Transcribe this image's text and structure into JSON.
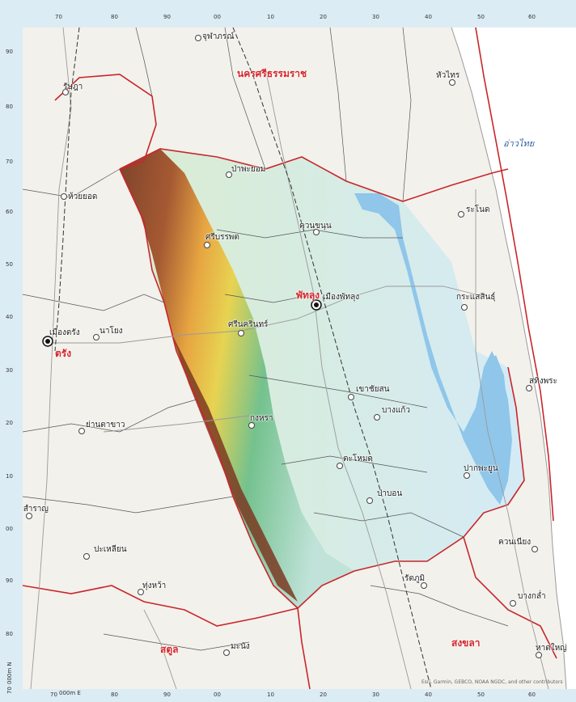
{
  "grid": {
    "top_ticks": [
      "70",
      "80",
      "90",
      "00",
      "10",
      "20",
      "30",
      "40",
      "50",
      "60"
    ],
    "bottom_ticks": [
      "80",
      "90",
      "00",
      "10",
      "20",
      "30",
      "40",
      "50",
      "60"
    ],
    "bottom_first": "70",
    "bottom_first_unit": "000m E",
    "left_ticks": [
      "90",
      "80",
      "70",
      "60",
      "50",
      "40",
      "30",
      "20",
      "10",
      "00",
      "90",
      "80"
    ],
    "left_corner_value": "70",
    "left_corner_unit": "000m N"
  },
  "sea_label": "อ่าวไทย",
  "provinces": {
    "nakhon_si_thammarat": "นครศรีธรรมราช",
    "phatthalung": "พัทลุง",
    "trang": "ตรัง",
    "satun": "สตูล",
    "songkhla": "สงขลา"
  },
  "places": {
    "chulabhorn": "จุฬาภรณ์",
    "hua_sai": "หัวไทร",
    "ratsada": "รัษฎา",
    "pa_phayom": "ป่าพะยอม",
    "huai_yot": "ห้วยยอด",
    "ranot": "ระโนด",
    "khuan_khanun": "ควนขนุน",
    "si_banphot": "ศรีบรรพต",
    "mueang_phatthalung": "เมืองพัทลุง",
    "krasae_sin": "กระแสสินธุ์",
    "mueang_trang": "เมืองตรัง",
    "na_yong": "นาโยง",
    "srinagarindra": "ศรีนครินทร์",
    "sathing_phra": "สทิงพระ",
    "khao_chaison": "เขาชัยสน",
    "bang_kaeo": "บางแก้ว",
    "kong_ra": "กงหรา",
    "yan_ta_khao": "ย่านตาขาว",
    "tamot": "ตะโหมด",
    "pak_phayun": "ปากพะยูน",
    "pa_bon": "ป่าบอน",
    "hat_samran": "หาดสำราญ",
    "khuan_niang": "ควนเนียง",
    "palian": "ปะเหลียน",
    "rattaphum": "รัตภูมิ",
    "thung_wa": "ทุ่งหว้า",
    "bang_klam": "บางกล่ำ",
    "manang": "มะนัง",
    "hat_yai": "หาดใหญ่"
  },
  "credit": "Esri, Garmin, GEBCO, NOAA NGDC, and other contributors",
  "colors": {
    "frame": "#dcecf4",
    "land": "#f3f1ec",
    "sea": "#ffffff",
    "lake": "#8fc6ea",
    "lowland": "#d7ecf5",
    "province_border": "#c8262b",
    "elev_low": "#6fbf8a",
    "elev_mid": "#e8d24a",
    "elev_high": "#7a3a22"
  }
}
